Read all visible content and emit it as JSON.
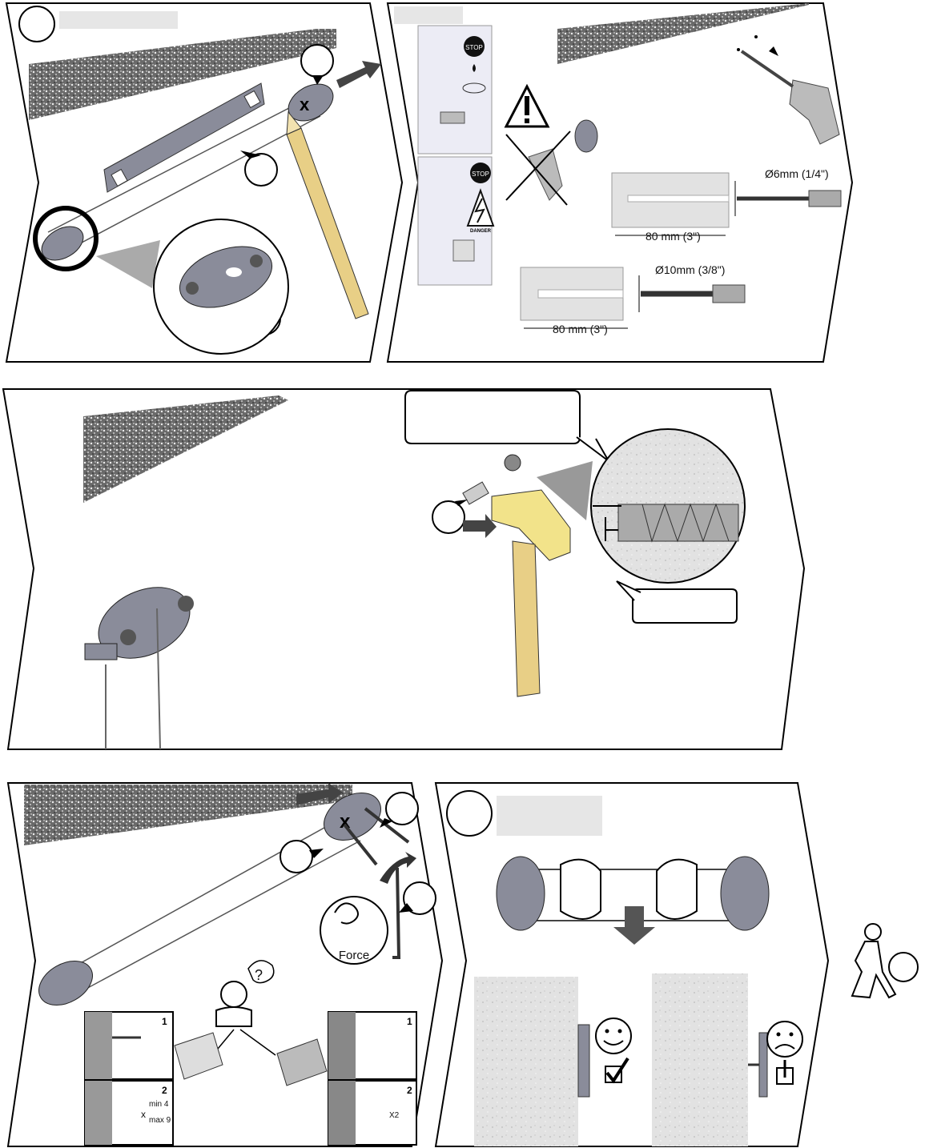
{
  "dimensions": {
    "drill_6mm": "Ø6mm (1/4\")",
    "depth_top": "80  mm (3\")",
    "drill_10mm": "Ø10mm (3/8\")",
    "depth_bottom": "80  mm (3\")"
  },
  "signs": {
    "stop_top": "STOP",
    "stop_bottom": "STOP",
    "danger": "DANGER"
  },
  "force_label": "Force",
  "question_mark": "?",
  "anchor_steps": {
    "left_step1": "1",
    "left_step2": "2",
    "left_qty_min": "min  4",
    "left_qty_max": "max  9",
    "left_qty_x": "x",
    "right_step1": "1",
    "right_step2": "2",
    "right_qty": "X2"
  },
  "colors": {
    "part_gray": "#8a8c9a",
    "pencil": "#e8cf86",
    "hammer": "#f2e38a",
    "line": "#000000"
  }
}
